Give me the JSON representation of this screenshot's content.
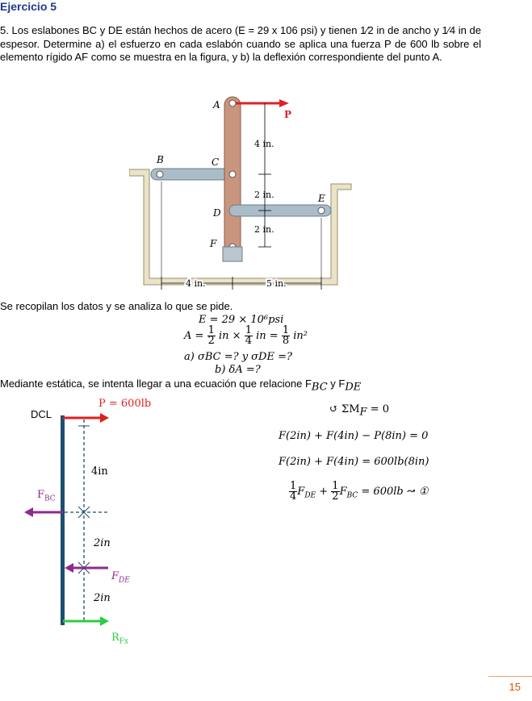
{
  "title": "Ejercicio 5",
  "problem": "5. Los eslabones BC y DE están hechos de acero (E = 29 x 106 psi) y tienen 1⁄2 in de ancho y 1⁄4 in de espesor. Determine a) el esfuerzo en cada eslabón cuando se aplica una fuerza P de 600 lb sobre el elemento rígido AF como se muestra en la figura, y b) la deflexión correspondiente del punto A.",
  "figure": {
    "labels": {
      "A": "A",
      "B": "B",
      "C": "C",
      "D": "D",
      "E": "E",
      "F": "F",
      "P": "P"
    },
    "dims": {
      "d1": "4 in.",
      "d2": "2 in.",
      "d3": "2 in.",
      "h1": "4 in.",
      "h2": "5 in."
    }
  },
  "data_intro": "Se recopilan los datos y se analiza lo que se pide.",
  "eq_E": "E = 29 × 10⁶psi",
  "eq_A": {
    "lhs": "A =",
    "n1": "1",
    "d1": "2",
    "mid1": "in ×",
    "n2": "1",
    "d2": "4",
    "mid2": "in =",
    "n3": "1",
    "d3": "8",
    "rhs": "in²"
  },
  "eq_a": "a)  σBC =?   y   σDE =?",
  "eq_b": "b)  δA =?",
  "statics_line": "Mediante estática, se intenta llegar a una ecuación que relacione F",
  "statics_tail": {
    "f1": "BC",
    "y": " y F",
    "f2": "DE"
  },
  "dcl": {
    "label": "DCL",
    "P": "P = 600lb",
    "FBC": "F",
    "FBC_sub": "BC",
    "FDE": "F",
    "FDE_sub": "DE",
    "RFX": "R",
    "RFX_sub": "Fx",
    "dim1": "4in",
    "dim2": "2in",
    "dim3": "2in",
    "colors": {
      "bar": "#1e4f6e",
      "P": "#e02020",
      "FBC": "#8e2a8e",
      "FDE": "#8e2a8e",
      "RFX": "#2ecc40"
    }
  },
  "equations": {
    "moment": "↺ ΣM",
    "moment_sub": "F",
    "moment_rhs": " = 0",
    "eq1": "F(2in) + F(4in) − P(8in) = 0",
    "eq2": "F(2in) + F(4in) = 600lb(8in)",
    "eq3_rhs": "= 600lb  ↝ ①"
  },
  "page_number": "15"
}
